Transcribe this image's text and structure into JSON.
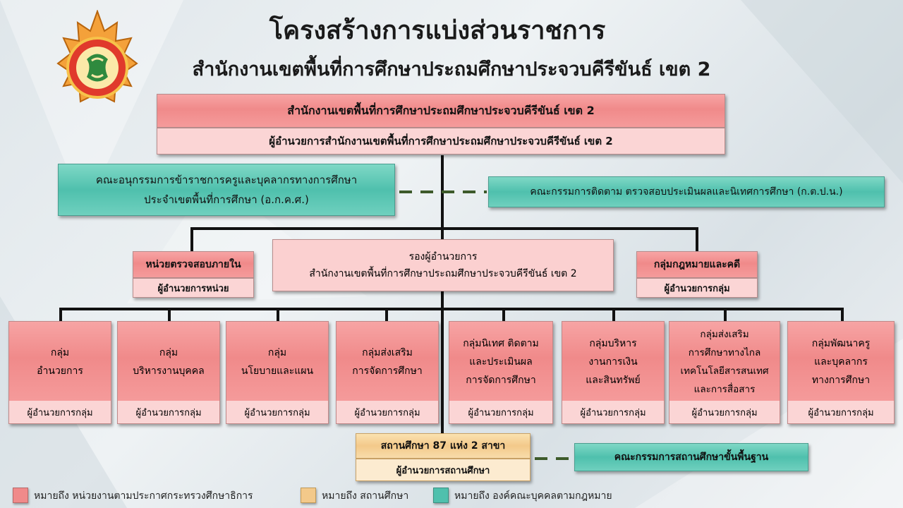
{
  "title": "โครงสร้างการแบ่งส่วนราชการ",
  "subtitle": "สำนักงานเขตพื้นที่การศึกษาประถมศึกษาประจวบคีรีขันธ์ เขต 2",
  "top_office": {
    "name": "สำนักงานเขตพื้นที่การศึกษาประถมศึกษาประจวบคีรีขันธ์ เขต 2",
    "head": "ผู้อำนวยการสำนักงานเขตพื้นที่การศึกษาประถมศึกษาประจวบคีรีขันธ์ เขต 2"
  },
  "committee_left": {
    "line1": "คณะอนุกรรมการข้าราชการครูและบุคลากรทางการศึกษา",
    "line2": "ประจำเขตพื้นที่การศึกษา (อ.ก.ค.ศ.)"
  },
  "committee_right": "คณะกรรมการติดตาม ตรวจสอบประเมินผลและนิเทศการศึกษา (ก.ต.ป.น.)",
  "internal_audit": {
    "name": "หน่วยตรวจสอบภายใน",
    "head": "ผู้อำนวยการหน่วย"
  },
  "deputy": {
    "line1": "รองผู้อำนวยการ",
    "line2": "สำนักงานเขตพื้นที่การศึกษาประถมศึกษาประจวบคีรีขันธ์ เขต 2"
  },
  "legal_group": {
    "name": "กลุ่มกฎหมายและคดี",
    "head": "ผู้อำนวยการกลุ่ม"
  },
  "groups": [
    {
      "name": "กลุ่ม\nอำนวยการ",
      "head": "ผู้อำนวยการกลุ่ม"
    },
    {
      "name": "กลุ่ม\nบริหารงานบุคคล",
      "head": "ผู้อำนวยการกลุ่ม"
    },
    {
      "name": "กลุ่ม\nนโยบายและแผน",
      "head": "ผู้อำนวยการกลุ่ม"
    },
    {
      "name": "กลุ่มส่งเสริม\nการจัดการศึกษา",
      "head": "ผู้อำนวยการกลุ่ม"
    },
    {
      "name": "กลุ่มนิเทศ ติดตาม\nและประเมินผล\nการจัดการศึกษา",
      "head": "ผู้อำนวยการกลุ่ม"
    },
    {
      "name": "กลุ่มบริหาร\nงานการเงิน\nและสินทรัพย์",
      "head": "ผู้อำนวยการกลุ่ม"
    },
    {
      "name": "กลุ่มส่งเสริม\nการศึกษาทางไกล\nเทคโนโลยีสารสนเทศ\nและการสื่อสาร",
      "head": "ผู้อำนวยการกลุ่ม"
    },
    {
      "name": "กลุ่มพัฒนาครู\nและบุคลากร\nทางการศึกษา",
      "head": "ผู้อำนวยการกลุ่ม"
    }
  ],
  "schools": {
    "name": "สถานศึกษา 87 แห่ง 2 สาขา",
    "head": "ผู้อำนวยการสถานศึกษา"
  },
  "school_board": "คณะกรรมการสถานศึกษาขั้นพื้นฐาน",
  "legend": [
    {
      "color": "#f08a8a",
      "text": "หมายถึง หน่วยงานตามประกาศกระทรวงศึกษาธิการ"
    },
    {
      "color": "#f3c98a",
      "text": "หมายถึง สถานศึกษา"
    },
    {
      "color": "#4fc0ad",
      "text": "หมายถึง องค์คณะบุคคลตามกฎหมาย"
    }
  ],
  "colors": {
    "unit": "#f08a8a",
    "school": "#f3c98a",
    "board": "#4fc0ad"
  }
}
